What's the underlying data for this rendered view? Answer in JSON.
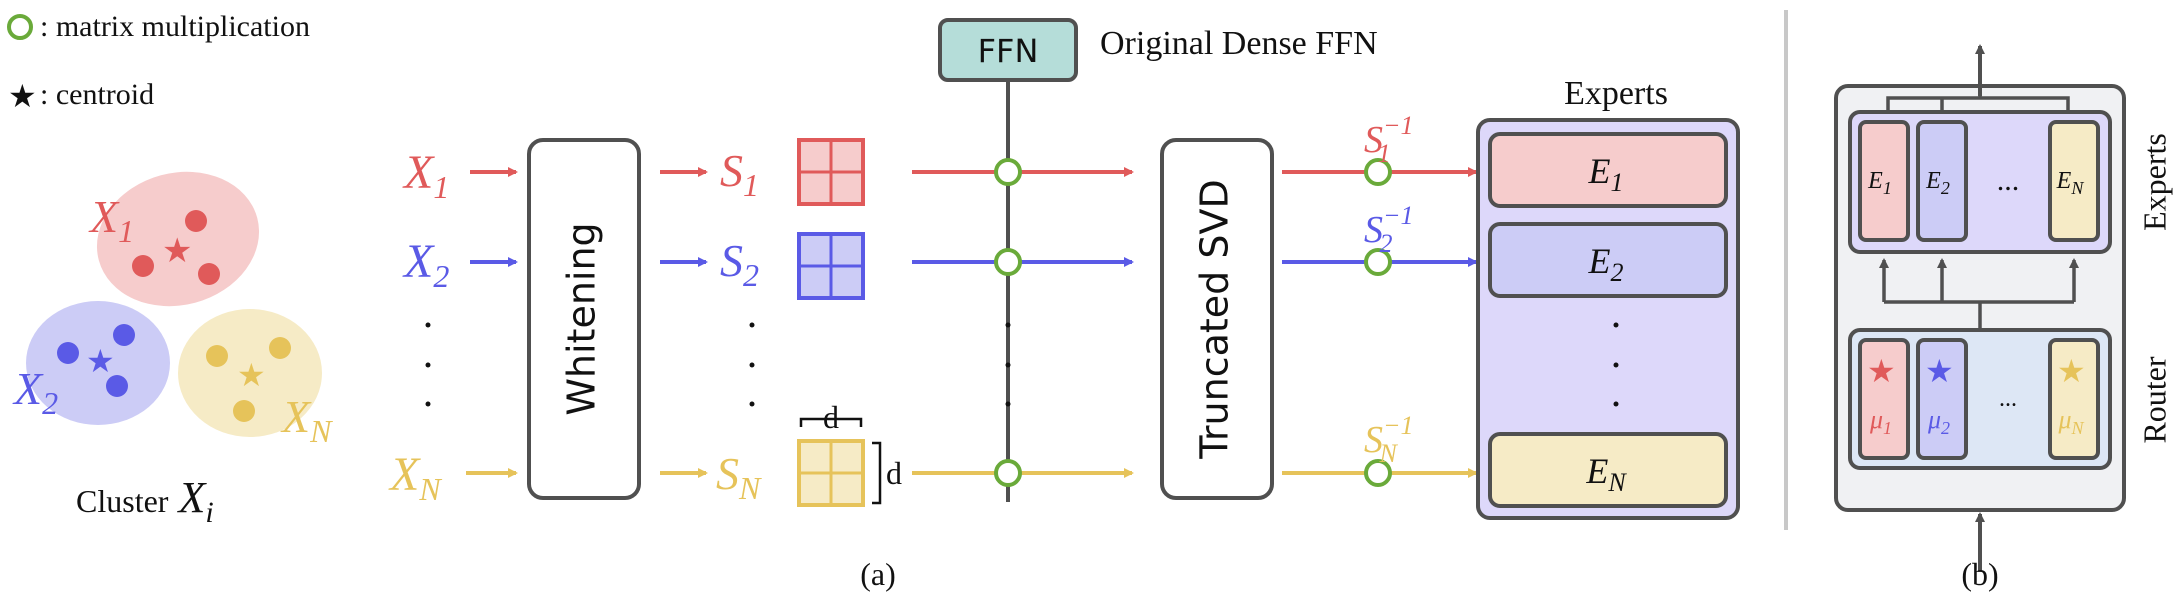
{
  "legend": {
    "circle_label": ": matrix multiplication",
    "star_label": ": centroid"
  },
  "cluster": {
    "caption": "Cluster",
    "caption_var": "X",
    "caption_sub": "i",
    "labels": [
      {
        "base": "X",
        "sub": "1"
      },
      {
        "base": "X",
        "sub": "2"
      },
      {
        "base": "X",
        "sub": "N"
      }
    ]
  },
  "inputs": [
    {
      "base": "X",
      "sub": "1"
    },
    {
      "base": "X",
      "sub": "2"
    },
    {
      "base": "X",
      "sub": "N"
    }
  ],
  "whitening_label": "Whitening",
  "s_labels": [
    {
      "base": "S",
      "sub": "1"
    },
    {
      "base": "S",
      "sub": "2"
    },
    {
      "base": "S",
      "sub": "N"
    }
  ],
  "dim_labels": {
    "top": "d",
    "side": "d"
  },
  "ffn": {
    "label": "FFN",
    "caption": "Original Dense FFN"
  },
  "svd_label": "Truncated SVD",
  "inverse_labels": [
    {
      "base": "S",
      "sub": "1",
      "sup": "−1"
    },
    {
      "base": "S",
      "sub": "2",
      "sup": "−1"
    },
    {
      "base": "S",
      "sub": "N",
      "sup": "−1"
    }
  ],
  "experts": {
    "title": "Experts",
    "items": [
      {
        "base": "E",
        "sub": "1"
      },
      {
        "base": "E",
        "sub": "2"
      },
      {
        "base": "E",
        "sub": "N"
      }
    ]
  },
  "panel_b": {
    "experts_label": "Experts",
    "router_label": "Router",
    "expert_items": [
      {
        "base": "E",
        "sub": "1"
      },
      {
        "base": "E",
        "sub": "2"
      },
      {
        "base": "E",
        "sub": "N"
      }
    ],
    "router_items": [
      {
        "base": "μ",
        "sub": "1"
      },
      {
        "base": "μ",
        "sub": "2"
      },
      {
        "base": "μ",
        "sub": "N"
      }
    ],
    "ellipsis": "...",
    "router_ellipsis": "..."
  },
  "captions": {
    "a": "(a)",
    "b": "(b)"
  },
  "colors": {
    "red": "#e05a5a",
    "blue": "#5a5ae6",
    "yellow": "#e6c35a",
    "green": "#6aaa3a",
    "red_fill": "#f6cccc",
    "blue_fill": "#ccccf6",
    "yellow_fill": "#f6ebc6",
    "ffn_fill": "#b5ddd9",
    "lavender": "#ddd8fa",
    "router_fill": "#dde7f5",
    "dark": "#505050"
  }
}
